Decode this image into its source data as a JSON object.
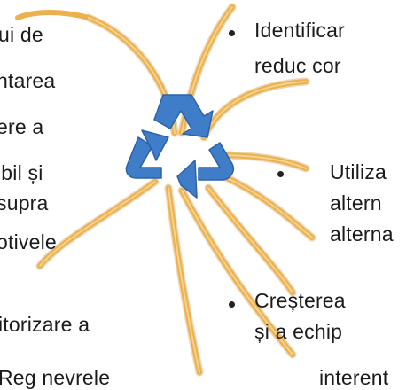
{
  "left_column": {
    "lines": [
      "ui de",
      "ntarea",
      "ere a",
      "ibil și",
      "supra",
      "otivele"
    ],
    "bottom_line": "itorizare a",
    "last_line": "Reg nevrele"
  },
  "right_column": {
    "item1": [
      "Identificar",
      "reduc cor"
    ],
    "item2": [
      "Utiliza",
      "altern",
      "alterna"
    ],
    "item3": [
      "Creșterea",
      "și a echip"
    ]
  },
  "bottom_right": "interent",
  "colors": {
    "ray": "#ecb04f",
    "ray_shadow": "#c98a2c",
    "logo": "#3f7dc8",
    "logo_dark": "#2d62a8",
    "text": "#1b1b1b"
  },
  "icon": "recycling-icon"
}
